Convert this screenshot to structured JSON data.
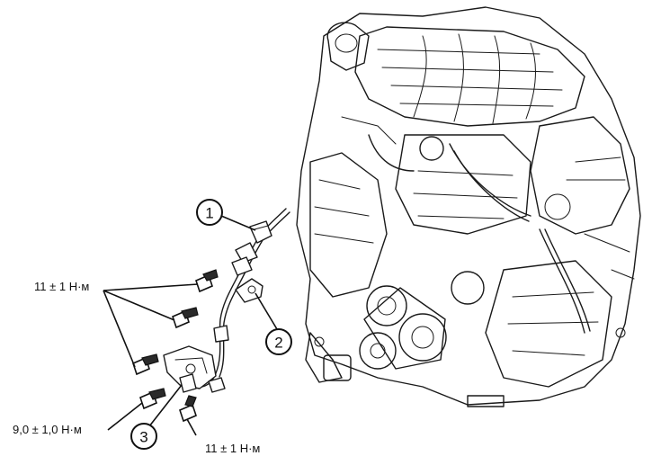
{
  "callouts": [
    {
      "number": "1"
    },
    {
      "number": "2"
    },
    {
      "number": "3"
    }
  ],
  "torque_specs": {
    "upper_bolts": "11 ± 1 Н·м",
    "left_bolt": "9,0 ± 1,0 Н·м",
    "bottom_bolt": "11 ± 1 Н·м"
  },
  "colors": {
    "ink": "#1a1a1a",
    "background": "#ffffff"
  }
}
